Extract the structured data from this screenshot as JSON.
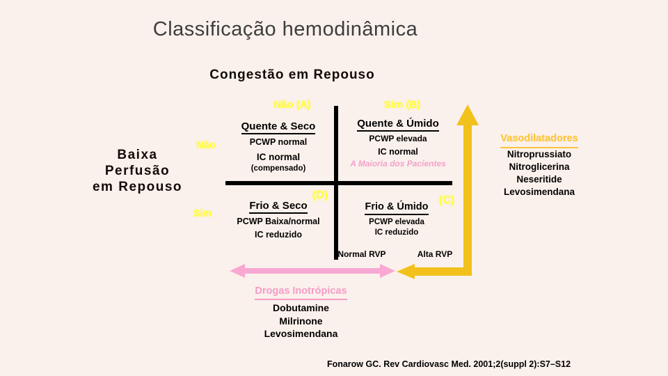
{
  "title": "Classificação hemodinâmica",
  "congestion_header": "Congestão em Repouso",
  "columns": {
    "nao_a": "Não (A)",
    "sim_b": "Sim (B)"
  },
  "perfusion": {
    "label_line1": "Baixa",
    "label_line2": "Perfusão",
    "label_line3": "em Repouso",
    "row_top": "Não",
    "row_bottom": "Sim"
  },
  "quadrants": {
    "top_left": {
      "title": "Quente & Seco",
      "line1": "PCWP normal",
      "line2": "IC normal",
      "line3": "(compensado)"
    },
    "top_right": {
      "title": "Quente & Úmido",
      "line1": "PCWP elevada",
      "line2": "IC normal",
      "note": "A Maioria dos Pacientes"
    },
    "bottom_left": {
      "tag": "(D)",
      "title": "Frio & Seco",
      "line1": "PCWP Baixa/normal",
      "line2": "IC reduzido"
    },
    "bottom_right": {
      "tag": "(C)",
      "title": "Frio & Úmido",
      "line1": "PCWP elevada",
      "line2": "IC reduzido"
    }
  },
  "rvp": {
    "normal": "Normal RVP",
    "alta": "Alta RVP"
  },
  "vasodilators": {
    "title": "Vasodilatadores",
    "drugs": [
      "Nitroprussiato",
      "Nitroglicerina",
      "Neseritide",
      "Levosimendana"
    ]
  },
  "inotropes": {
    "title": "Drogas Inotrópicas",
    "drugs": [
      "Dobutamine",
      "Milrinone",
      "Levosimendana"
    ]
  },
  "citation": "Fonarow GC. Rev Cardiovasc Med. 2001;2(suppl 2):S7–S12",
  "colors": {
    "background": "#fbf1ec",
    "yellow_label": "#ffff3d",
    "gold_arrow": "#f2c11b",
    "pink_arrow": "#f8a8d2",
    "pink_text": "#f2a2cb",
    "black": "#000000"
  }
}
